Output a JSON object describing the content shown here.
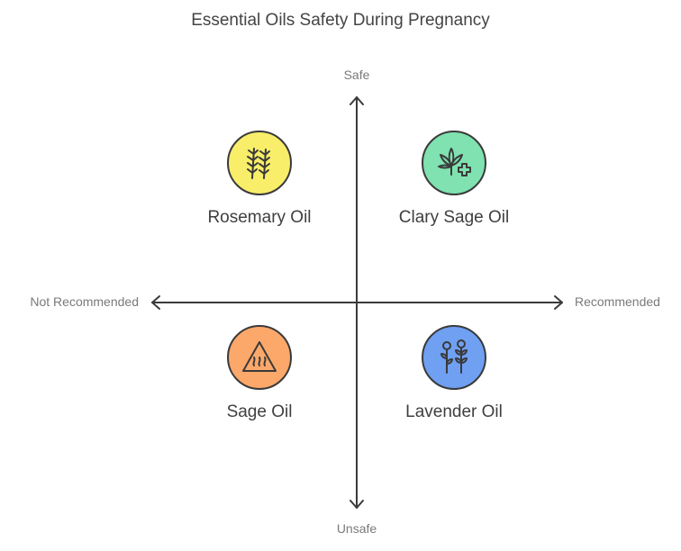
{
  "title": "Essential Oils Safety During Pregnancy",
  "axes": {
    "top": "Safe",
    "bottom": "Unsafe",
    "left": "Not Recommended",
    "right": "Recommended"
  },
  "items": [
    {
      "label": "Rosemary Oil",
      "color": "#f8ee6a",
      "icon": "rosemary-sprigs-icon",
      "quadrant": "safe-not-recommended"
    },
    {
      "label": "Clary Sage Oil",
      "color": "#7fe2b0",
      "icon": "leaf-medical-cross-icon",
      "quadrant": "safe-recommended"
    },
    {
      "label": "Sage Oil",
      "color": "#fba86a",
      "icon": "heat-warning-icon",
      "quadrant": "unsafe-not-recommended"
    },
    {
      "label": "Lavender Oil",
      "color": "#6fa0f2",
      "icon": "flowering-plants-icon",
      "quadrant": "unsafe-recommended"
    }
  ]
}
